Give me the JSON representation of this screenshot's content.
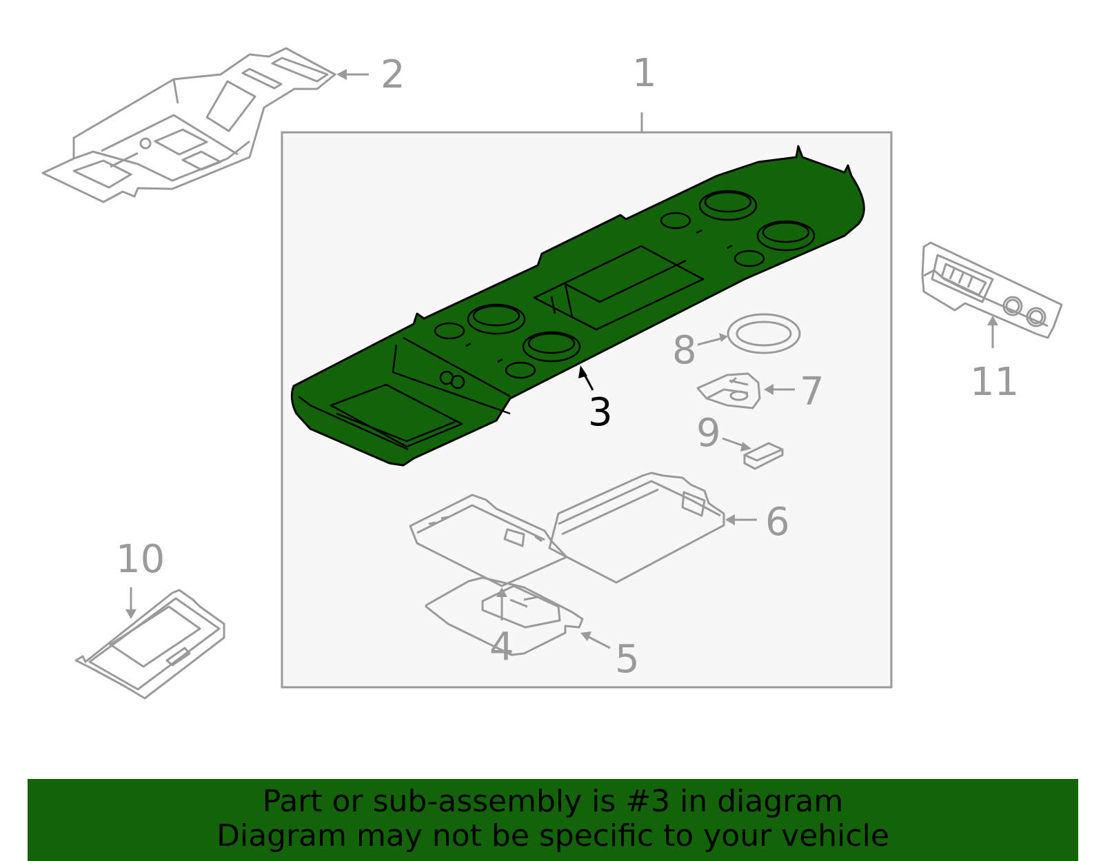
{
  "colors": {
    "highlight": "#136309",
    "part_stroke": "#9a9a9a",
    "box_background": "#f7f7f7",
    "callout_text": "#9a9a9a",
    "highlight_text": "#000000"
  },
  "callouts": {
    "c1": "1",
    "c2": "2",
    "c3": "3",
    "c4": "4",
    "c5": "5",
    "c6": "6",
    "c7": "7",
    "c8": "8",
    "c9": "9",
    "c10": "10",
    "c11": "11"
  },
  "highlighted_part": "3",
  "footer": {
    "line1": "Part or sub-assembly is #3 in diagram",
    "line2": "Diagram may not be specific to your vehicle"
  }
}
